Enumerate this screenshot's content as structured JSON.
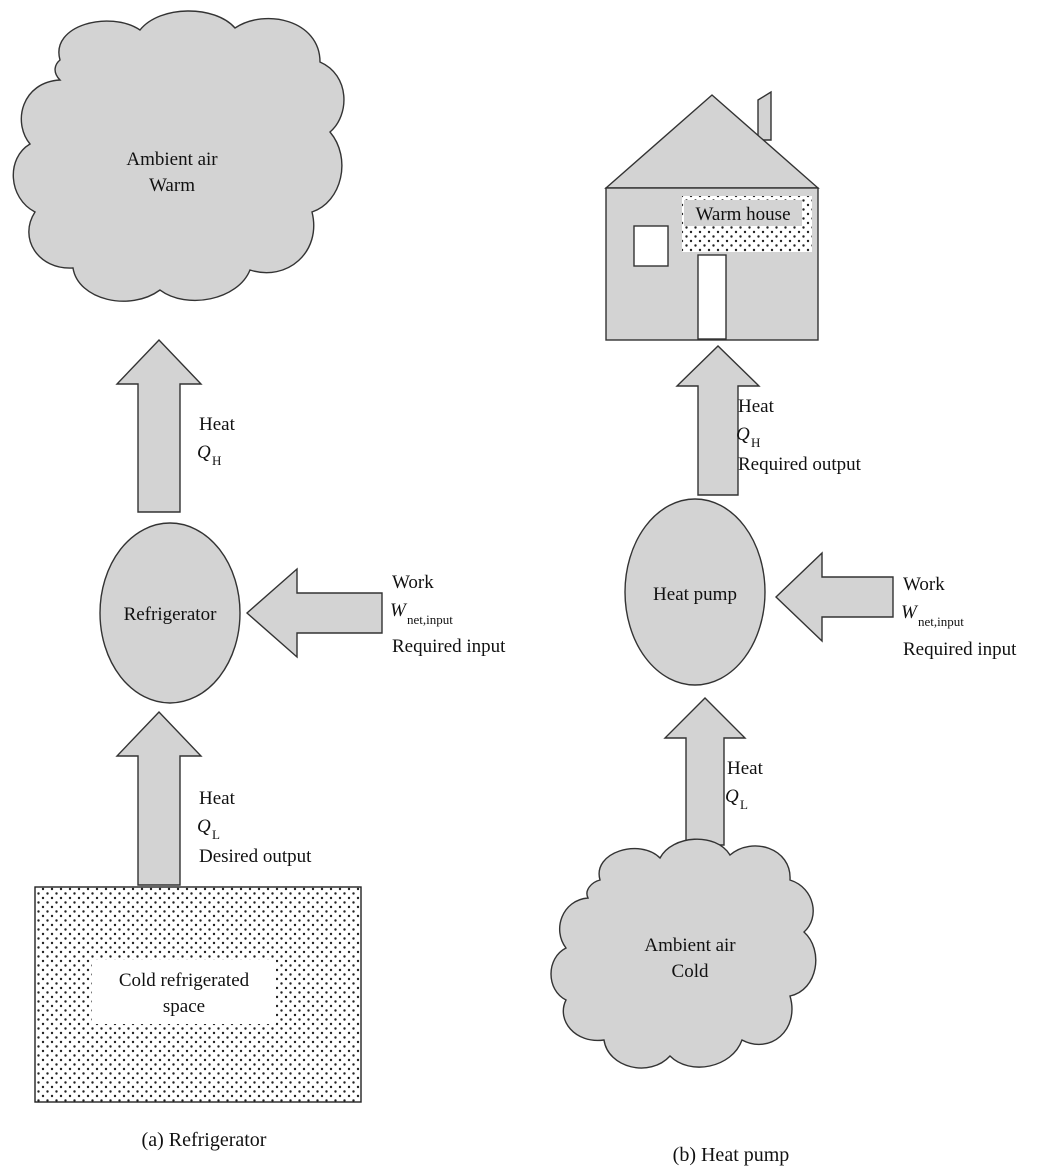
{
  "refrigerator_panel": {
    "caption": "(a) Refrigerator",
    "hot_reservoir": {
      "line1": "Ambient air",
      "line2": "Warm"
    },
    "device": "Refrigerator",
    "heat_out": {
      "word": "Heat",
      "symbol": "Q",
      "sub": "H"
    },
    "work_in": {
      "word": "Work",
      "symbol": "W",
      "sub": "net,input",
      "note": "Required input"
    },
    "heat_in": {
      "word": "Heat",
      "symbol": "Q",
      "sub": "L",
      "note": "Desired output"
    },
    "cold_reservoir": {
      "line1": "Cold refrigerated",
      "line2": "space"
    }
  },
  "heat_pump_panel": {
    "caption": "(b) Heat pump",
    "hot_reservoir": {
      "label": "Warm house"
    },
    "device": "Heat pump",
    "heat_out": {
      "word": "Heat",
      "symbol": "Q",
      "sub": "H",
      "note": "Required output"
    },
    "work_in": {
      "word": "Work",
      "symbol": "W",
      "sub": "net,input",
      "note": "Required input"
    },
    "heat_in": {
      "word": "Heat",
      "symbol": "Q",
      "sub": "L"
    },
    "cold_reservoir": {
      "line1": "Ambient air",
      "line2": "Cold"
    }
  }
}
